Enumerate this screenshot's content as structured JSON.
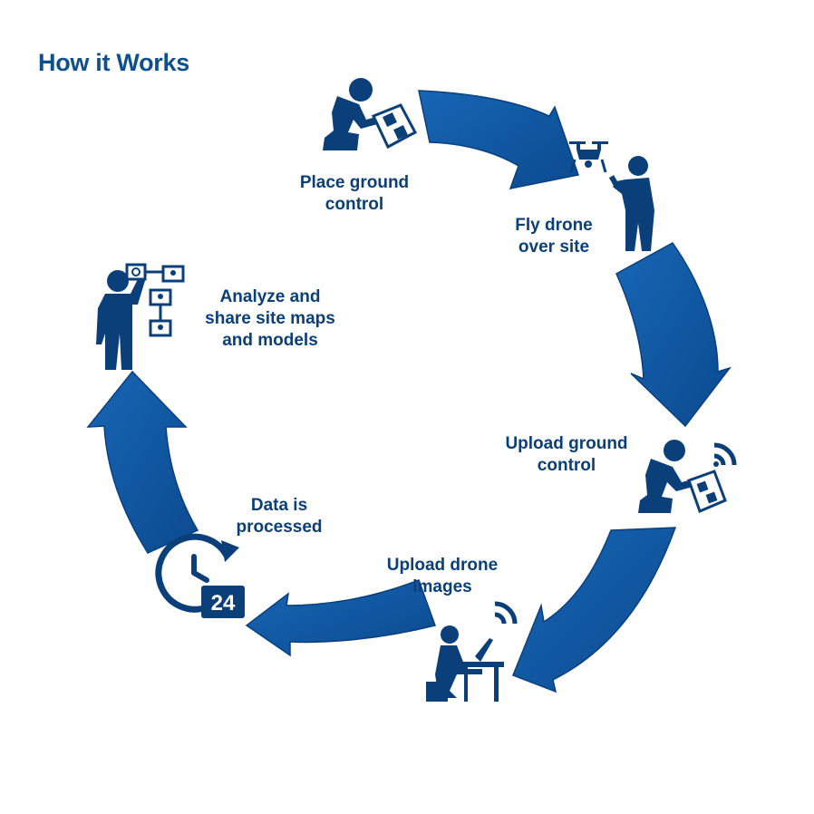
{
  "title": "How it Works",
  "steps": [
    {
      "id": "place-ground-control",
      "lines": [
        "Place ground",
        "control"
      ]
    },
    {
      "id": "fly-drone",
      "lines": [
        "Fly drone",
        "over site"
      ]
    },
    {
      "id": "upload-ground-control",
      "lines": [
        "Upload ground",
        "control"
      ]
    },
    {
      "id": "upload-drone-images",
      "lines": [
        "Upload drone",
        "images"
      ]
    },
    {
      "id": "data-processed",
      "lines": [
        "Data is",
        "processed"
      ]
    },
    {
      "id": "analyze-share",
      "lines": [
        "Analyze and",
        "share site maps",
        "and models"
      ]
    }
  ],
  "clock_label": "24",
  "colors": {
    "arrow": "#0f5aa6",
    "arrow_edge": "#0a3f7c",
    "icon": "#0b3f79",
    "title": "#0d4f8f"
  }
}
